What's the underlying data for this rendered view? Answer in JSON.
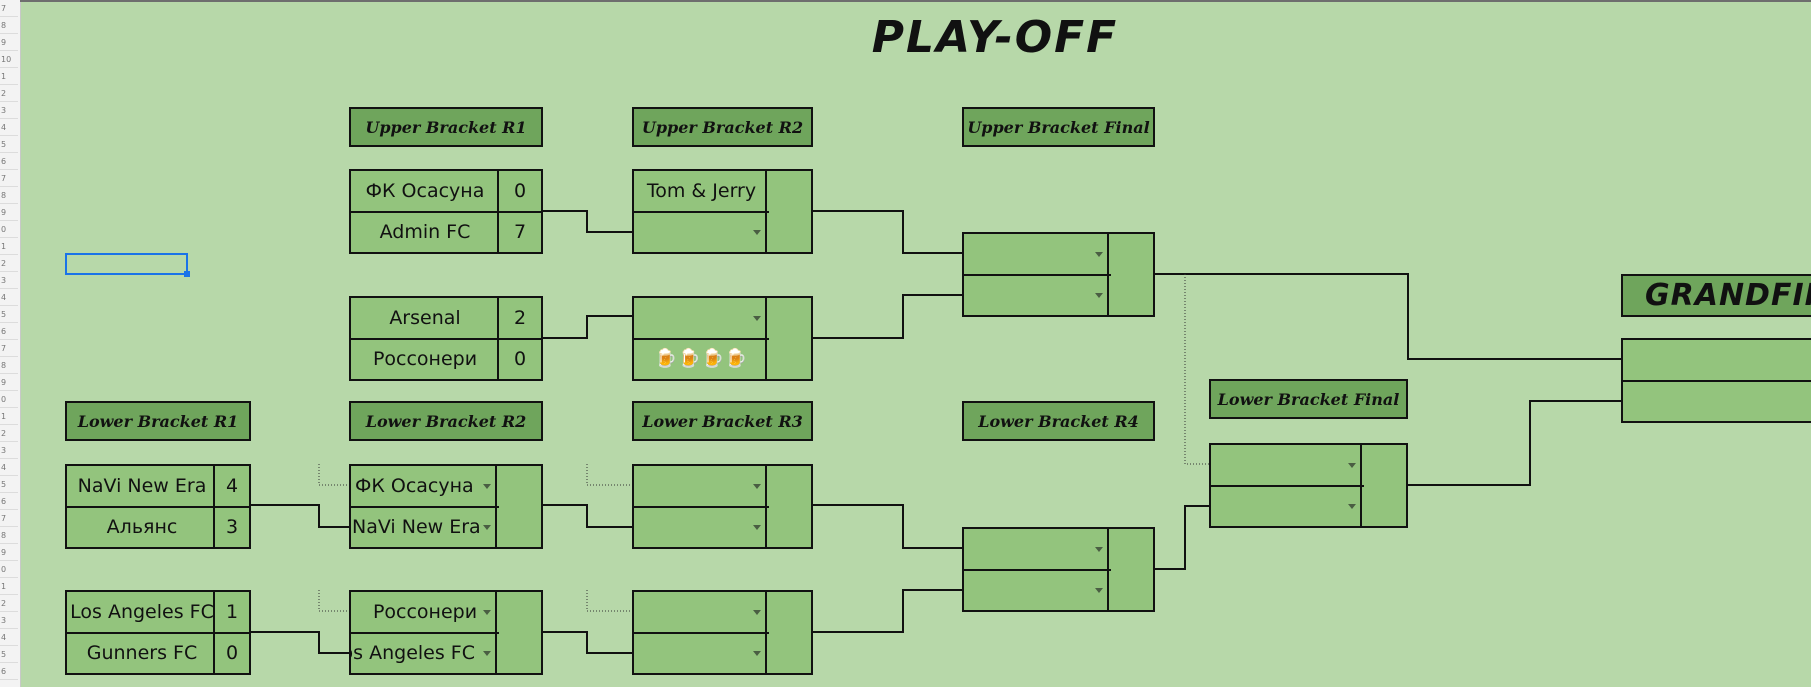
{
  "title": "PLAY-OFF",
  "headers": {
    "ub_r1": "Upper Bracket R1",
    "ub_r2": "Upper Bracket R2",
    "ub_final": "Upper Bracket Final",
    "grand_final": "GRANDFINAL",
    "lb_r1": "Lower Bracket R1",
    "lb_r2": "Lower Bracket R2",
    "lb_r3": "Lower Bracket R3",
    "lb_r4": "Lower Bracket R4",
    "lb_final": "Lower Bracket Final"
  },
  "matches": {
    "ub_r1_m1": {
      "team1": "ФК Осасуна",
      "score1": "0",
      "team2": "Admin FC",
      "score2": "7"
    },
    "ub_r1_m2": {
      "team1": "Arsenal",
      "score1": "2",
      "team2": "Россонери",
      "score2": "0"
    },
    "ub_r2_m1": {
      "team1": "Tom & Jerry",
      "team2": ""
    },
    "ub_r2_m2": {
      "team1": "",
      "team2": "🍺🍺🍺🍺"
    },
    "ub_final": {
      "team1": "",
      "team2": ""
    },
    "grand_final": {
      "team1": "",
      "team2": ""
    },
    "lb_r1_m1": {
      "team1": "NaVi New Era",
      "score1": "4",
      "team2": "Альянс",
      "score2": "3"
    },
    "lb_r1_m2": {
      "team1": "Los Angeles FC",
      "score1": "1",
      "team2": "Gunners FC",
      "score2": "0"
    },
    "lb_r2_m1": {
      "team1": "ФК Осасуна",
      "team2": "NaVi New Era"
    },
    "lb_r2_m2": {
      "team1": "Россонери",
      "team2": "Los Angeles FC"
    },
    "lb_r3_m1": {
      "team1": "",
      "team2": ""
    },
    "lb_r3_m2": {
      "team1": "",
      "team2": ""
    },
    "lb_r4": {
      "team1": "",
      "team2": ""
    },
    "lb_final": {
      "team1": "",
      "team2": ""
    }
  },
  "row_numbers": [
    "7",
    "8",
    "9",
    "10",
    "1",
    "2",
    "3",
    "4",
    "5",
    "6",
    "7",
    "8",
    "9",
    "0",
    "1",
    "2",
    "3",
    "4",
    "5",
    "6",
    "7",
    "8",
    "9",
    "0",
    "1",
    "2",
    "3",
    "4",
    "5",
    "6",
    "7",
    "8",
    "9",
    "0",
    "1",
    "2",
    "3",
    "4",
    "5",
    "6"
  ],
  "colors": {
    "background": "#b7d8a9",
    "header": "#6fa55c",
    "cell": "#93c47d",
    "selection": "#1a73e8"
  }
}
